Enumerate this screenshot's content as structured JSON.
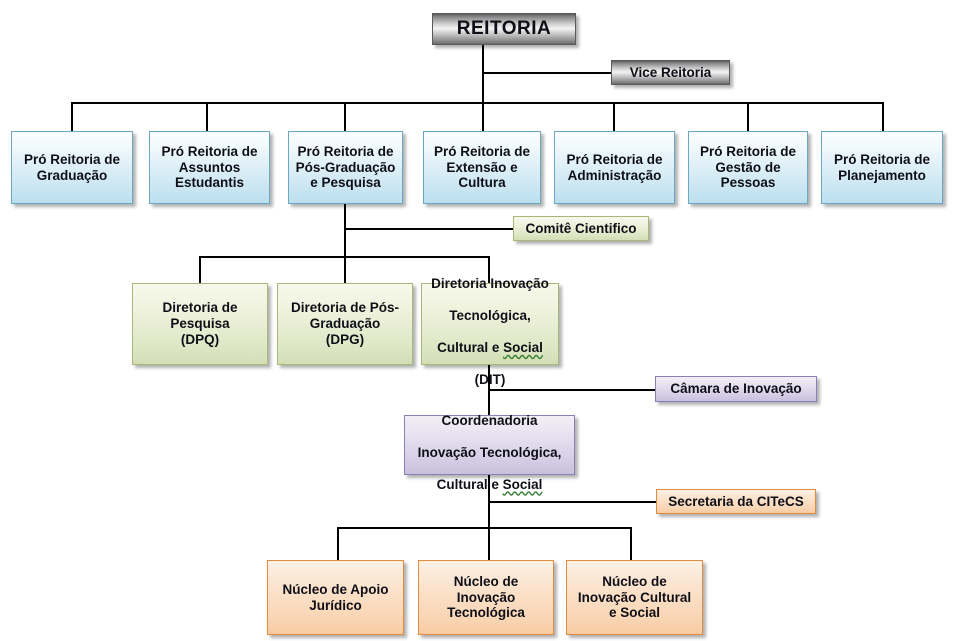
{
  "chart_data": {
    "type": "diagram",
    "title": "Organograma da Reitoria",
    "nodes": [
      {
        "id": "reitoria",
        "label": "REITORIA",
        "level": 0,
        "color": "#8a8a8a"
      },
      {
        "id": "vice-reitoria",
        "label": "Vice Reitoria",
        "level": 1,
        "color": "#8a8a8a"
      },
      {
        "id": "pr-graduacao",
        "label": "Pró Reitoria de\nGraduação",
        "level": 2,
        "color": "#cfe8f3"
      },
      {
        "id": "pr-assuntos-estudantis",
        "label": "Pró Reitoria de\nAssuntos\nEstudantis",
        "level": 2,
        "color": "#cfe8f3"
      },
      {
        "id": "pr-pos-graduacao-pesquisa",
        "label": "Pró Reitoria de\nPós-Graduação\ne Pesquisa",
        "level": 2,
        "color": "#cfe8f3"
      },
      {
        "id": "pr-extensao-cultura",
        "label": "Pró Reitoria de\nExtensão e\nCultura",
        "level": 2,
        "color": "#cfe8f3"
      },
      {
        "id": "pr-administracao",
        "label": "Pró Reitoria de\nAdministração",
        "level": 2,
        "color": "#cfe8f3"
      },
      {
        "id": "pr-gestao-pessoas",
        "label": "Pró Reitoria de\nGestão de\nPessoas",
        "level": 2,
        "color": "#cfe8f3"
      },
      {
        "id": "pr-planejamento",
        "label": "Pró Reitoria de\nPlanejamento",
        "level": 2,
        "color": "#cfe8f3"
      },
      {
        "id": "comite-cientifico",
        "label": "Comitê Cientifico",
        "level": 3,
        "color": "#dde6c4"
      },
      {
        "id": "dpq",
        "label": "Diretoria de\nPesquisa\n(DPQ)",
        "level": 4,
        "color": "#dde6c4"
      },
      {
        "id": "dpg",
        "label": "Diretoria de Pós-\nGraduação\n(DPG)",
        "level": 4,
        "color": "#dde6c4"
      },
      {
        "id": "dit",
        "label": "Diretoria Inovação\nTecnológica,\nCultural e Social\n(DIT)",
        "level": 4,
        "color": "#dde6c4"
      },
      {
        "id": "camara-inovacao",
        "label": "Câmara de Inovação",
        "level": 5,
        "color": "#d3cbe4"
      },
      {
        "id": "coordenadoria-citecs",
        "label": "Coordenadoria\nInovação Tecnológica,\nCultural e Social",
        "level": 6,
        "color": "#d3cbe4"
      },
      {
        "id": "secretaria-citecs",
        "label": "Secretaria da CITeCS",
        "level": 7,
        "color": "#f9d5b4"
      },
      {
        "id": "nucleo-apoio-juridico",
        "label": "Núcleo de Apoio\nJurídico",
        "level": 8,
        "color": "#f9d5b4"
      },
      {
        "id": "nucleo-inovacao-tecnologica",
        "label": "Núcleo de\nInovação\nTecnológica",
        "level": 8,
        "color": "#f9d5b4"
      },
      {
        "id": "nucleo-inovacao-cultural-social",
        "label": "Núcleo de\nInovação Cultural\ne Social",
        "level": 8,
        "color": "#f9d5b4"
      }
    ],
    "edges": [
      {
        "from": "reitoria",
        "to": "vice-reitoria",
        "style": "staff"
      },
      {
        "from": "reitoria",
        "to": "pr-graduacao"
      },
      {
        "from": "reitoria",
        "to": "pr-assuntos-estudantis"
      },
      {
        "from": "reitoria",
        "to": "pr-pos-graduacao-pesquisa"
      },
      {
        "from": "reitoria",
        "to": "pr-extensao-cultura"
      },
      {
        "from": "reitoria",
        "to": "pr-administracao"
      },
      {
        "from": "reitoria",
        "to": "pr-gestao-pessoas"
      },
      {
        "from": "reitoria",
        "to": "pr-planejamento"
      },
      {
        "from": "pr-pos-graduacao-pesquisa",
        "to": "comite-cientifico",
        "style": "staff"
      },
      {
        "from": "pr-pos-graduacao-pesquisa",
        "to": "dpq"
      },
      {
        "from": "pr-pos-graduacao-pesquisa",
        "to": "dpg"
      },
      {
        "from": "pr-pos-graduacao-pesquisa",
        "to": "dit"
      },
      {
        "from": "dit",
        "to": "camara-inovacao",
        "style": "staff"
      },
      {
        "from": "dit",
        "to": "coordenadoria-citecs"
      },
      {
        "from": "coordenadoria-citecs",
        "to": "secretaria-citecs",
        "style": "staff"
      },
      {
        "from": "coordenadoria-citecs",
        "to": "nucleo-apoio-juridico"
      },
      {
        "from": "coordenadoria-citecs",
        "to": "nucleo-inovacao-tecnologica"
      },
      {
        "from": "coordenadoria-citecs",
        "to": "nucleo-inovacao-cultural-social"
      }
    ],
    "palette": {
      "grey": "#8a8a8a",
      "blue": "#cfe8f3",
      "green": "#dde6c4",
      "purple": "#d3cbe4",
      "orange": "#f9d5b4",
      "line": "#000000"
    }
  },
  "root": {
    "label": "REITORIA"
  },
  "vice": {
    "label": "Vice Reitoria"
  },
  "pro_reitorias": [
    {
      "label": "Pró Reitoria de\nGraduação"
    },
    {
      "label": "Pró Reitoria de\nAssuntos\nEstudantis"
    },
    {
      "label": "Pró Reitoria de\nPós-Graduação\ne Pesquisa"
    },
    {
      "label": "Pró Reitoria de\nExtensão e\nCultura"
    },
    {
      "label": "Pró Reitoria de\nAdministração"
    },
    {
      "label": "Pró Reitoria de\nGestão de\nPessoas"
    },
    {
      "label": "Pró Reitoria de\nPlanejamento"
    }
  ],
  "comite": {
    "label": "Comitê Cientifico"
  },
  "diretorias": [
    {
      "label": "Diretoria de\nPesquisa\n(DPQ)"
    },
    {
      "label": "Diretoria de Pós-\nGraduação\n(DPG)"
    },
    {
      "line1": "Diretoria Inovação",
      "line2": "Tecnológica,",
      "line3a": "Cultural e ",
      "line3b": "Social",
      "line4": "(DIT)"
    }
  ],
  "camara": {
    "label": "Câmara de Inovação"
  },
  "coordenadoria": {
    "line1": "Coordenadoria",
    "line2": "Inovação Tecnológica,",
    "line3a": "Cultural e ",
    "line3b": "Social"
  },
  "secretaria": {
    "label": "Secretaria da CITeCS"
  },
  "nucleos": [
    {
      "label": "Núcleo de Apoio\nJurídico"
    },
    {
      "label": "Núcleo de\nInovação\nTecnológica"
    },
    {
      "label": "Núcleo de\nInovação Cultural\ne Social"
    }
  ]
}
